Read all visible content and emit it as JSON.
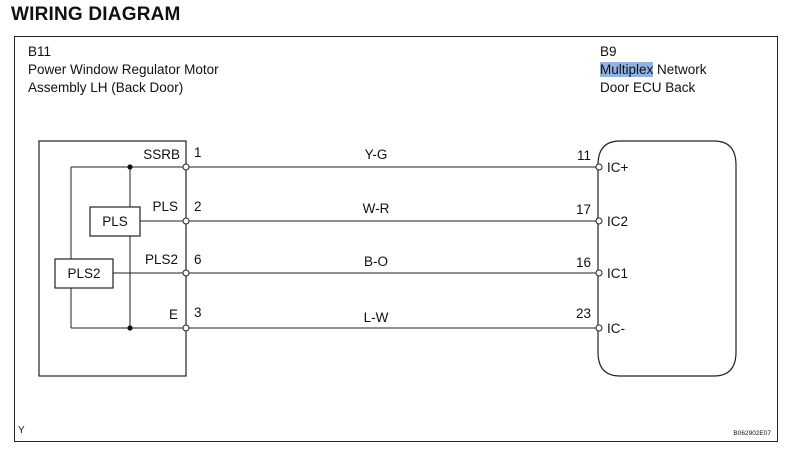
{
  "title": "WIRING DIAGRAM",
  "left_component": {
    "code": "B11",
    "name_line1": "Power Window Regulator Motor",
    "name_line2": "Assembly LH (Back Door)"
  },
  "right_component": {
    "code": "B9",
    "name_highlight": "Multiplex",
    "name_rest": " Network",
    "name_line2": "Door ECU Back"
  },
  "inner_blocks": {
    "pls": "PLS",
    "pls2": "PLS2"
  },
  "wires": [
    {
      "left_signal": "SSRB",
      "left_pin": "1",
      "color": "Y-G",
      "right_pin": "11",
      "right_signal": "IC+"
    },
    {
      "left_signal": "PLS",
      "left_pin": "2",
      "color": "W-R",
      "right_pin": "17",
      "right_signal": "IC2"
    },
    {
      "left_signal": "PLS2",
      "left_pin": "6",
      "color": "B-O",
      "right_pin": "16",
      "right_signal": "IC1"
    },
    {
      "left_signal": "E",
      "left_pin": "3",
      "color": "L-W",
      "right_pin": "23",
      "right_signal": "IC-"
    }
  ],
  "corner_mark": "Y",
  "figure_code": "B062902E07"
}
